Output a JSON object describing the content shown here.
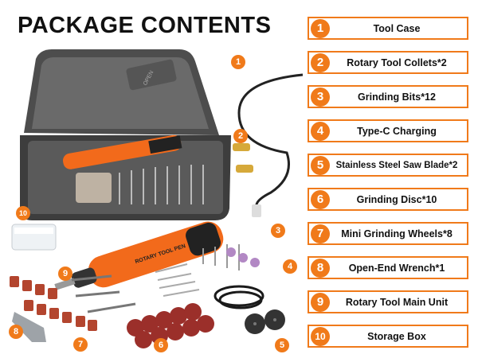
{
  "title": "PACKAGE CONTENTS",
  "items": [
    {
      "num": "1",
      "label": "Tool Case"
    },
    {
      "num": "2",
      "label": "Rotary Tool Collets*2"
    },
    {
      "num": "3",
      "label": "Grinding Bits*12"
    },
    {
      "num": "4",
      "label": "Type-C Charging"
    },
    {
      "num": "5",
      "label": "Stainless Steel Saw Blade*2"
    },
    {
      "num": "6",
      "label": "Grinding Disc*10"
    },
    {
      "num": "7",
      "label": "Mini Grinding Wheels*8"
    },
    {
      "num": "8",
      "label": "Open-End Wrench*1"
    },
    {
      "num": "9",
      "label": "Rotary Tool Main Unit"
    },
    {
      "num": "10",
      "label": "Storage Box"
    }
  ],
  "device_text": "ROTARY TOOL PEN",
  "case_text": "OPEN",
  "colors": {
    "accent": "#f07a1a",
    "case": "#5a5a5a",
    "device": "#f26a1b"
  },
  "icons": [
    "tool-case-icon",
    "collet-icon",
    "grinding-bit-icon",
    "type-c-cable-icon",
    "saw-blade-icon",
    "grinding-disc-icon",
    "grinding-wheel-icon",
    "wrench-icon",
    "rotary-tool-icon",
    "storage-box-icon"
  ]
}
